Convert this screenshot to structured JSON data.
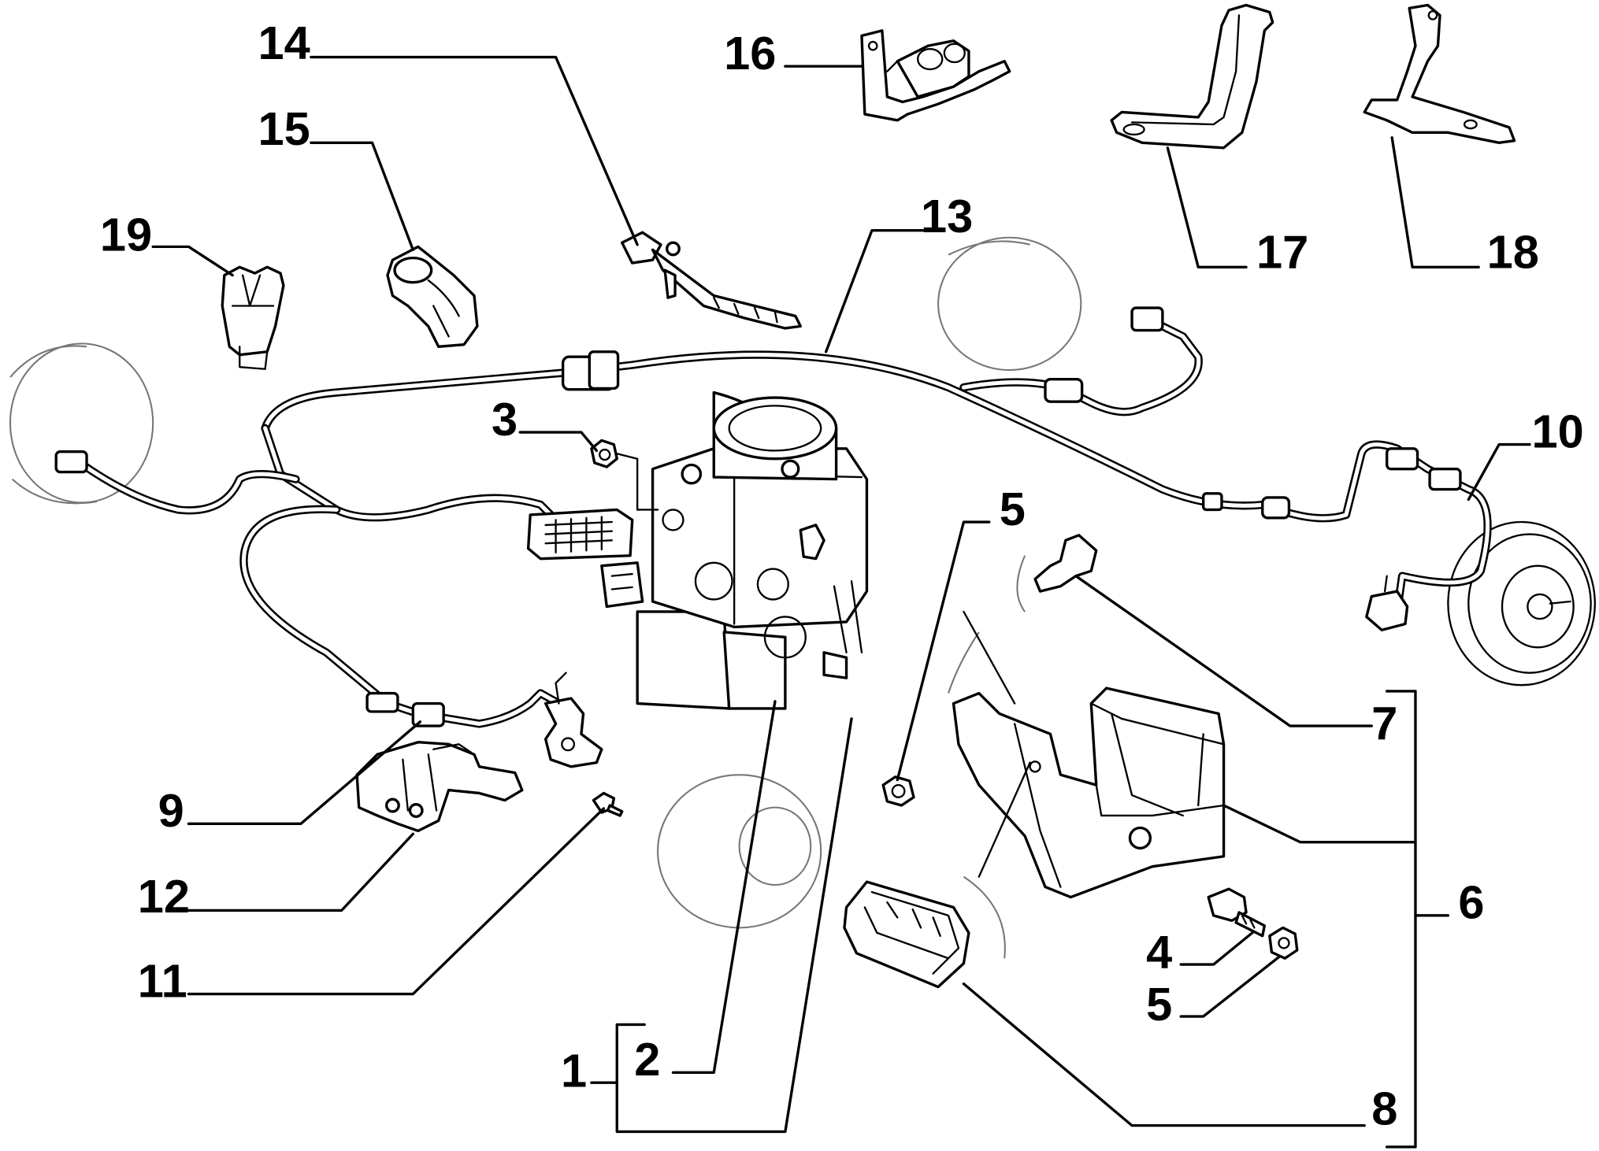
{
  "diagram": {
    "callouts": {
      "c1": "1",
      "c2": "2",
      "c3": "3",
      "c4": "4",
      "c5a": "5",
      "c5b": "5",
      "c6": "6",
      "c7": "7",
      "c8": "8",
      "c9": "9",
      "c10": "10",
      "c11": "11",
      "c12": "12",
      "c13": "13",
      "c14": "14",
      "c15": "15",
      "c16": "16",
      "c17": "17",
      "c18": "18",
      "c19": "19"
    }
  }
}
